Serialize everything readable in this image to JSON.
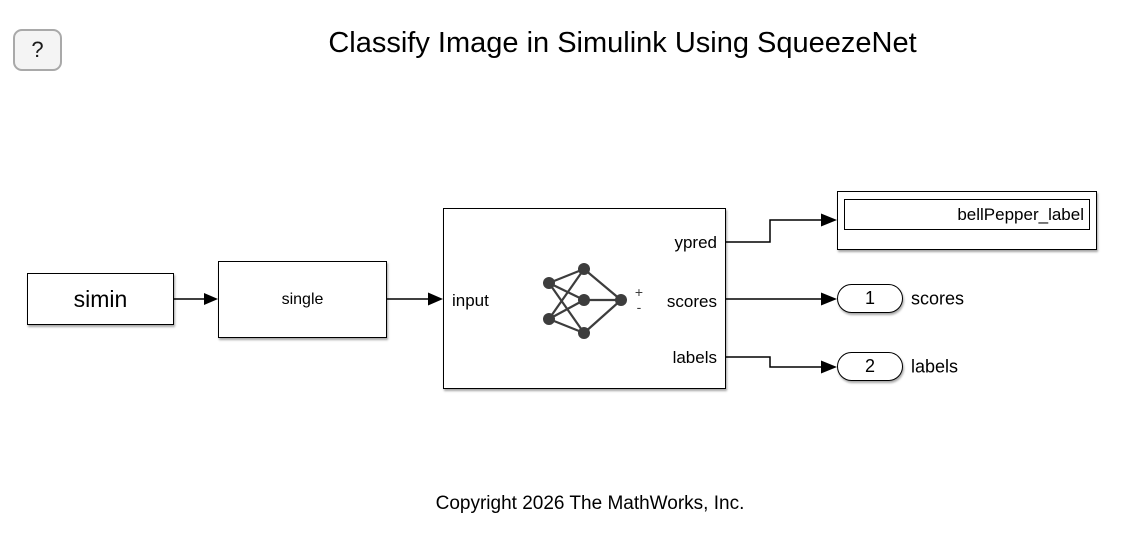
{
  "help_button": {
    "label": "?"
  },
  "title": {
    "text": "Classify Image in Simulink Using SqueezeNet"
  },
  "diagram": {
    "simin_block": {
      "label": "simin"
    },
    "cast_block": {
      "label": "single"
    },
    "classifier_block": {
      "input_port_label": "input",
      "output_port_labels": [
        "ypred",
        "scores",
        "labels"
      ],
      "plus": "+",
      "minus": "-",
      "icon": "neural-network-icon"
    },
    "display_block": {
      "value": "bellPepper_label"
    },
    "outports": [
      {
        "number": "1",
        "name": "scores"
      },
      {
        "number": "2",
        "name": "labels"
      }
    ]
  },
  "footer": {
    "copyright": "Copyright 2026 The MathWorks, Inc."
  },
  "colors": {
    "background": "#ffffff",
    "block_border": "#000000",
    "wire": "#000000",
    "icon_gray": "#3d3d3d",
    "help_button_bg": "#f4f4f4",
    "help_button_border": "#a9a9a9"
  }
}
